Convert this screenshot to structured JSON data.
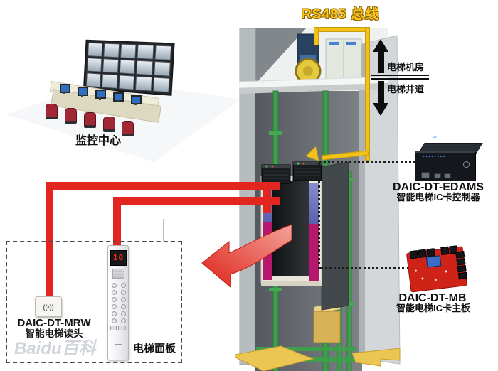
{
  "rs485": {
    "label": "RS485 总线"
  },
  "monitoring": {
    "label": "监控中心"
  },
  "annotations": {
    "machine_room": "电梯机房",
    "hoistway": "电梯井道"
  },
  "devices": {
    "edams": {
      "model": "DAIC-DT-EDAMS",
      "name": "智能电梯IC卡控制器"
    },
    "mb": {
      "model": "DAIC-DT-MB",
      "name": "智能电梯IC卡主板"
    },
    "mrw": {
      "model": "DAIC-DT-MRW",
      "name": "智能电梯读头"
    }
  },
  "panel": {
    "label": "电梯面板",
    "display": "10"
  },
  "reader_icon": {
    "glyph": "((•))"
  },
  "watermark": {
    "text": "Baidu百科"
  },
  "colors": {
    "bus_yellow": "#f3c117",
    "cable_red": "#e2261f",
    "rail_green": "#3f9e4b",
    "pcb_red": "#cf2318"
  }
}
